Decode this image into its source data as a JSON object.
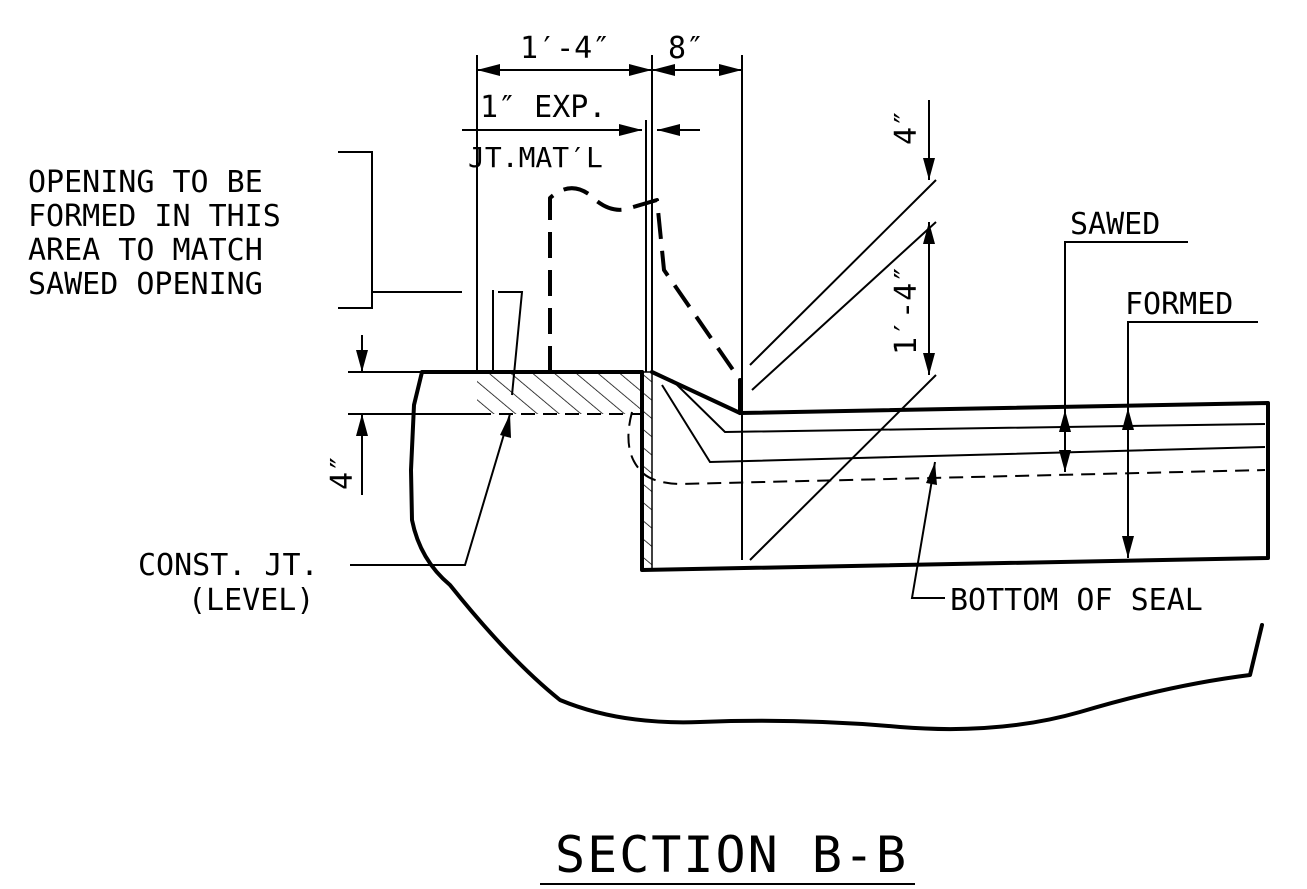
{
  "dimensions": {
    "top_left": "1′-4″",
    "top_right": "8″",
    "right_vertical_small": "4″",
    "right_vertical_large": "1′-4″",
    "left_vertical": "4″"
  },
  "labels": {
    "exp_line1": "1″ EXP.",
    "exp_line2": "JT.MAT′L",
    "opening": [
      "OPENING TO BE",
      "FORMED IN THIS",
      "AREA TO MATCH",
      "SAWED OPENING"
    ],
    "const_jt": [
      "CONST. JT.",
      "(LEVEL)"
    ],
    "sawed": "SAWED",
    "formed": "FORMED",
    "bottom_of_seal": "BOTTOM OF SEAL"
  },
  "title": "SECTION B-B"
}
